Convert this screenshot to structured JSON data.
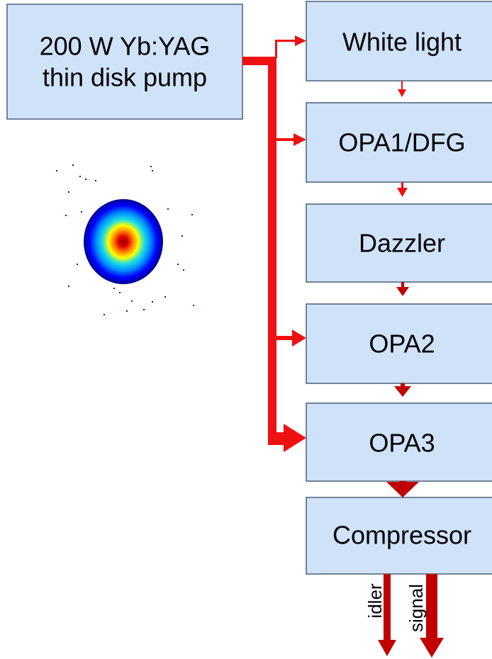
{
  "pump": {
    "line1": "200 W Yb:YAG",
    "line2": "thin disk pump"
  },
  "stages": [
    {
      "label": "White light"
    },
    {
      "label": "OPA1/DFG"
    },
    {
      "label": "Dazzler"
    },
    {
      "label": "OPA2"
    },
    {
      "label": "OPA3"
    },
    {
      "label": "Compressor"
    }
  ],
  "outputs": {
    "idler": "idler",
    "signal": "signal"
  },
  "beam_profile_icon": "gaussian-beam-profile",
  "colors": {
    "box_fill": "#cfe2f7",
    "box_stroke": "#4a5f7c",
    "pump_arrow": "#ee1111",
    "stage_arrow": "#c00000"
  }
}
